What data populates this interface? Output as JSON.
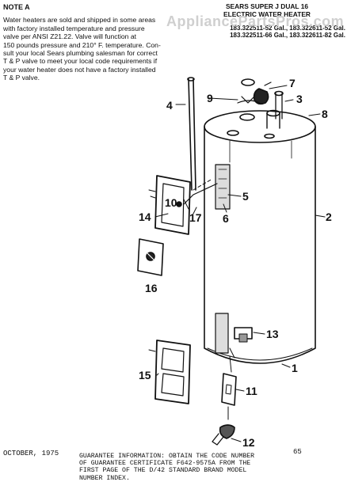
{
  "note": {
    "title": "NOTE A",
    "body": "Water heaters are sold and shipped in some areas\nwith factory installed temperature and pressure\nvalve per ANSI Z21.22. Valve will function at\n150 pounds pressure and 210° F. temperature. Con-\nsult your local Sears plumbing salesman for correct\nT & P valve to meet your local code requirements if\nyour water heater does not have a factory installed\nT & P valve."
  },
  "header": {
    "title_line1": "SEARS SUPER J DUAL 16",
    "title_line2": "ELECTRIC WATER HEATER",
    "models_line1": "183.322511-52 Gal., 183.322611-52 Gal.",
    "models_line2": "183.322511-66 Gal., 183.322611-82 Gal."
  },
  "watermark": "AppliancePartsPros.com",
  "callouts": {
    "c1": "1",
    "c2": "2",
    "c3": "3",
    "c4": "4",
    "c5": "5",
    "c6": "6",
    "c7": "7",
    "c8": "8",
    "c9": "9",
    "c10": "10",
    "c11": "11",
    "c12": "12",
    "c13": "13",
    "c14": "14",
    "c15": "15",
    "c16": "16",
    "c17": "17"
  },
  "footer": {
    "date": "OCTOBER, 1975",
    "page": "65",
    "guarantee": "GUARANTEE INFORMATION:  OBTAIN THE CODE NUMBER\nOF GUARANTEE CERTIFICATE F642-9575A  FROM THE\nFIRST PAGE OF THE D/42 STANDARD BRAND MODEL\nNUMBER INDEX."
  }
}
